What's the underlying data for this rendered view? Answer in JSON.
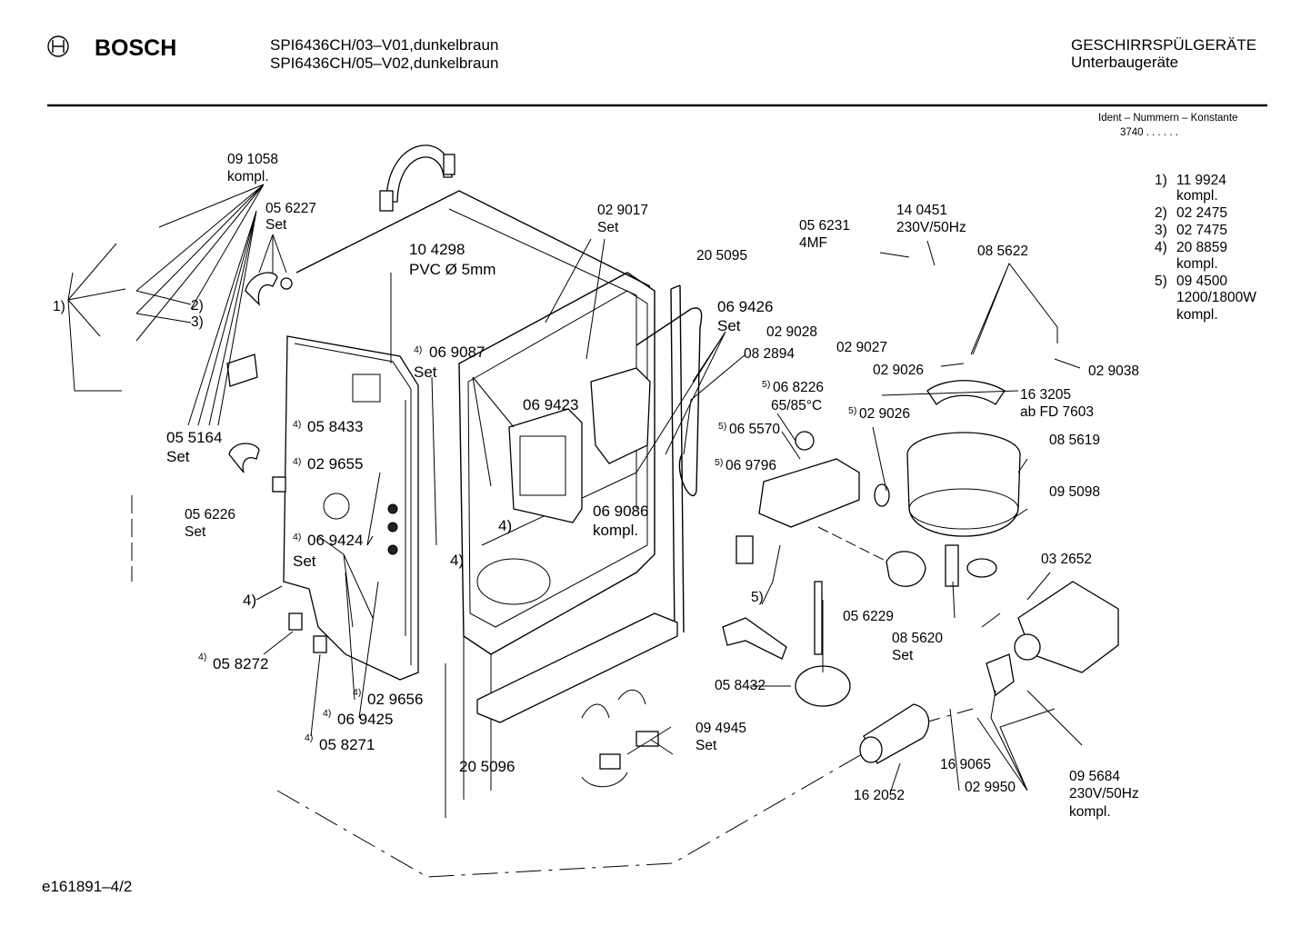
{
  "header": {
    "brand": "BOSCH",
    "model_line_1": "SPI6436CH/03–V01,dunkelbraun",
    "model_line_2": "SPI6436CH/05–V02,dunkelbraun",
    "category": "GESCHIRRSPÜLGERÄTE",
    "subcategory": "Unterbaugeräte"
  },
  "ident": {
    "title": "Ident – Nummern – Konstante",
    "value": "3740 . .  . . . ."
  },
  "footnotes": [
    {
      "num": "1)",
      "code": "11 9924",
      "note": "kompl."
    },
    {
      "num": "2)",
      "code": "02 2475",
      "note": ""
    },
    {
      "num": "3)",
      "code": "02 7475",
      "note": ""
    },
    {
      "num": "4)",
      "code": "20 8859",
      "note": "kompl."
    },
    {
      "num": "5)",
      "code": "09 4500",
      "note": "1200/1800W",
      "note2": "kompl."
    }
  ],
  "labels": {
    "l091058": "09 1058",
    "l091058b": "kompl.",
    "l056227": "05 6227",
    "l056227b": "Set",
    "l104298": "10 4298",
    "l104298b": "PVC Ø 5mm",
    "l029017": "02 9017",
    "l029017b": "Set",
    "l205095": "20 5095",
    "l056231": "05 6231",
    "l056231b": "4MF",
    "l140451": "14 0451",
    "l140451b": "230V/50Hz",
    "l085622": "08 5622",
    "l1": "1)",
    "l2": "2)",
    "l3": "3)",
    "l069426": "06 9426",
    "l069426b": "Set",
    "l029028": "02 9028",
    "l029027": "02 9027",
    "l029026": "02 9026",
    "l029038": "02 9038",
    "l069087s": "4)",
    "l069087": "06 9087",
    "l069087b": "Set",
    "l082894": "08 2894",
    "l068226s": "5)",
    "l068226": "06 8226",
    "l068226b": "65/85°C",
    "l163205": "16 3205",
    "l163205b": "ab FD 7603",
    "l069423": "06 9423",
    "l055164": "05 5164",
    "l055164b": "Set",
    "l058433s": "4)",
    "l058433": "05 8433",
    "l065570s": "5)",
    "l065570": "06 5570",
    "l029026bs": "5)",
    "l029026b": "02 9026",
    "l085619": "08 5619",
    "l029655s": "4)",
    "l029655": "02 9655",
    "l069796s": "5)",
    "l069796": "06 9796",
    "l095098": "09 5098",
    "l056226": "05 6226",
    "l056226b": "Set",
    "l4a": "4)",
    "l069086": "06 9086",
    "l069086b": "kompl.",
    "l069424s": "4)",
    "l069424": "06 9424",
    "l069424b": "Set",
    "l4b": "4)",
    "l032652": "03 2652",
    "l4c": "4)",
    "l5": "5)",
    "l056229": "05 6229",
    "l085620": "08 5620",
    "l085620b": "Set",
    "l058272s": "4)",
    "l058272": "05 8272",
    "l058432": "05 8432",
    "l029656s": "4)",
    "l029656": "02 9656",
    "l069425s": "4)",
    "l069425": "06 9425",
    "l094945": "09 4945",
    "l094945b": "Set",
    "l058271s": "4)",
    "l058271": "05 8271",
    "l205096": "20 5096",
    "l169065": "16 9065",
    "l029950": "02 9950",
    "l095684": "09 5684",
    "l095684b": "230V/50Hz",
    "l095684c": "kompl.",
    "l162052": "16 2052"
  },
  "footer": {
    "doc_id": "e161891–4/2"
  }
}
